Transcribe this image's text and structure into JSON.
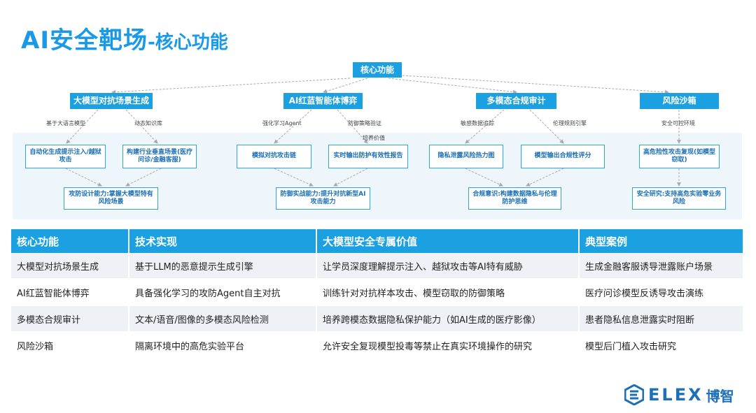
{
  "header": {
    "title_main": "AI安全靶场",
    "title_sub": "-核心功能"
  },
  "diagram": {
    "root": "核心功能",
    "branches": [
      {
        "label": "大模型对抗场景生成",
        "edge_labels": [
          "基于大语言模型",
          "动态知识库"
        ],
        "leaves": [
          "自动化生成提示注入/越狱攻击",
          "构建行业垂直场景(医疗问诊/金融客服)"
        ],
        "result": "攻防设计能力:掌握大模型特有风险场景"
      },
      {
        "label": "AI红蓝智能体博弈",
        "edge_labels": [
          "强化学习Agent",
          "防御策略验证",
          "培养价值"
        ],
        "leaves": [
          "模拟对抗攻击链",
          "实时输出防护有效性报告"
        ],
        "result": "防御实战能力:提升对抗新型AI攻击能力"
      },
      {
        "label": "多模态合规审计",
        "edge_labels": [
          "敏感数据追踪",
          "伦理规则引擎"
        ],
        "leaves": [
          "隐私泄露风险热力图",
          "模型输出合规性评分"
        ],
        "result": "合规意识:构建数据隐私与伦理防护思维"
      },
      {
        "label": "风险沙箱",
        "edge_labels": [
          "安全可控环境"
        ],
        "leaves": [
          "高危险性攻击复现(如模型窃取)"
        ],
        "result": "安全研究:支持高危实验零业务风险"
      }
    ]
  },
  "table": {
    "headers": [
      "核心功能",
      "技术实现",
      "大模型安全专属价值",
      "典型案例"
    ],
    "rows": [
      [
        "大模型对抗场景生成",
        "基于LLM的恶意提示生成引擎",
        "让学员深度理解提示注入、越狱攻击等AI特有威胁",
        "生成金融客服诱导泄露账户场景"
      ],
      [
        "AI红蓝智能体博弈",
        "具备强化学习的攻防Agent自主对抗",
        "训练针对对抗样本攻击、模型窃取的防御策略",
        "医疗问诊模型反诱导攻击演练"
      ],
      [
        "多模态合规审计",
        "文本/语音/图像的多模态风险检测",
        "培养跨模态数据隐私保护能力（如AI生成的医疗影像）",
        "患者隐私信息泄露实时阻断"
      ],
      [
        "风险沙箱",
        "隔离环境中的高危实验平台",
        "允许安全复现模型投毒等禁止在真实环境操作的研究",
        "模型后门植入攻击研究"
      ]
    ]
  },
  "logo": {
    "icon": "elex-logo-icon",
    "word": "ELEX",
    "cn": "博智"
  },
  "colors": {
    "accent": "#1ba0e2",
    "title": "#1a9ae6",
    "logo": "#1d6fb8"
  }
}
